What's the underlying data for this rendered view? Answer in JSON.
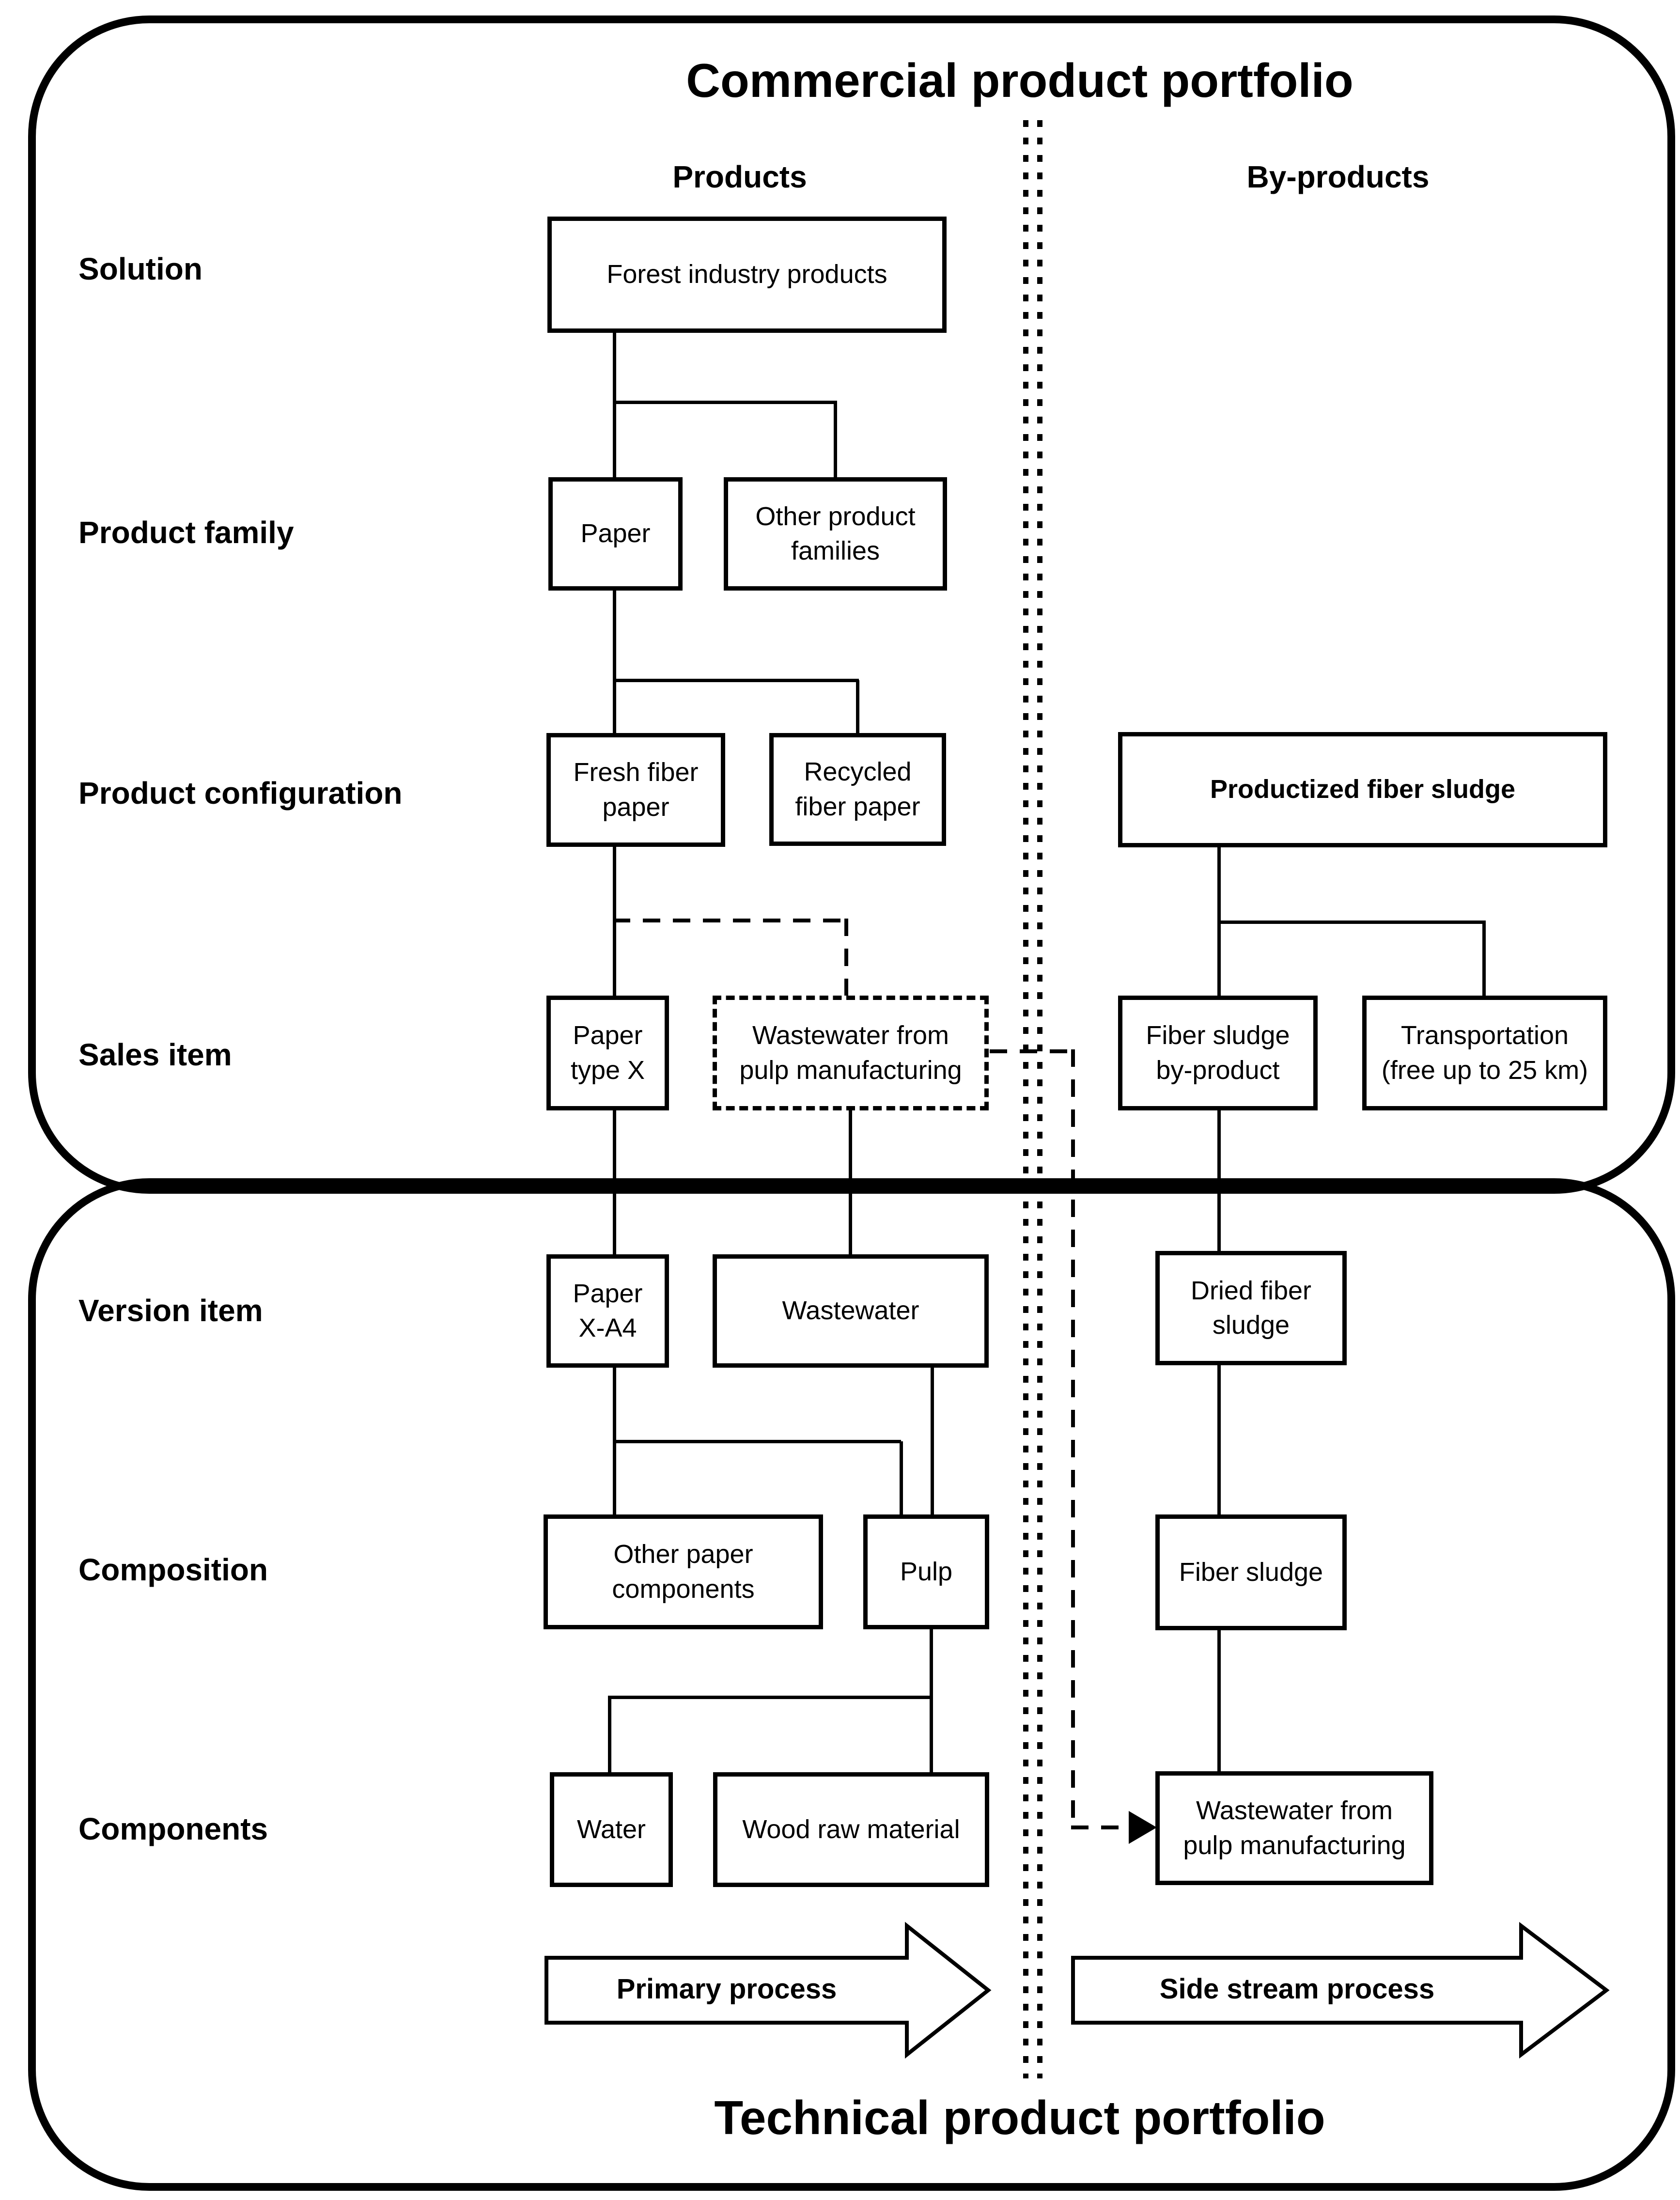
{
  "titles": {
    "commercial": "Commercial product portfolio",
    "technical": "Technical product portfolio"
  },
  "columns": {
    "products": "Products",
    "byproducts": "By-products"
  },
  "rows": {
    "solution": "Solution",
    "product_family": "Product family",
    "product_configuration": "Product configuration",
    "sales_item": "Sales item",
    "version_item": "Version item",
    "composition": "Composition",
    "components": "Components"
  },
  "boxes": {
    "forest": "Forest industry products",
    "paper": "Paper",
    "other_families": "Other product\nfamilies",
    "fresh_fiber": "Fresh fiber\npaper",
    "recycled_fiber": "Recycled\nfiber paper",
    "productized": "Productized fiber sludge",
    "paper_type_x": "Paper\ntype X",
    "wastewater_sales": "Wastewater from\npulp manufacturing",
    "fiber_sludge_byproduct": "Fiber sludge\nby-product",
    "transportation": "Transportation\n(free up to 25 km)",
    "paper_x_a4": "Paper\nX-A4",
    "wastewater_version": "Wastewater",
    "dried_fiber_sludge": "Dried fiber\nsludge",
    "other_paper_components": "Other paper\ncomponents",
    "pulp": "Pulp",
    "fiber_sludge": "Fiber sludge",
    "water": "Water",
    "wood_raw_material": "Wood raw material",
    "wastewater_components": "Wastewater from\npulp manufacturing"
  },
  "arrows": {
    "primary": "Primary process",
    "side_stream": "Side stream process"
  },
  "colors": {
    "ink": "#000000",
    "background": "#ffffff"
  }
}
